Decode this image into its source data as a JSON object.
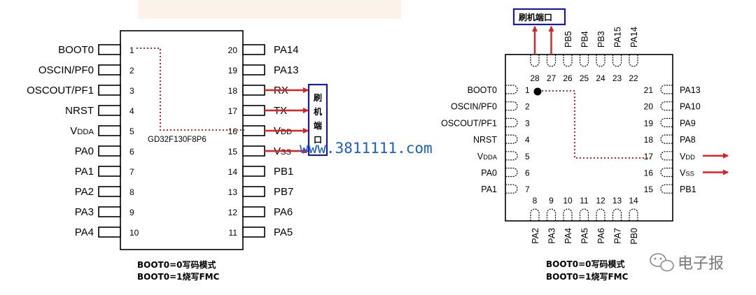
{
  "colors": {
    "accent_red": "#e02020",
    "port_box_blue": "#1a1aa8",
    "watermark_blue": "#1560d8",
    "top_strip": "#fbf3ea"
  },
  "left_chip": {
    "part_number": "GD32F130F8P6",
    "left_pins": [
      {
        "num": "1",
        "label": "BOOT0"
      },
      {
        "num": "2",
        "label": "OSCIN/PF0"
      },
      {
        "num": "3",
        "label": "OSCOUT/PF1"
      },
      {
        "num": "4",
        "label": "NRST"
      },
      {
        "num": "5",
        "label": "VDDA"
      },
      {
        "num": "6",
        "label": "PA0"
      },
      {
        "num": "7",
        "label": "PA1"
      },
      {
        "num": "8",
        "label": "PA2"
      },
      {
        "num": "9",
        "label": "PA3"
      },
      {
        "num": "10",
        "label": "PA4"
      }
    ],
    "right_pins": [
      {
        "num": "20",
        "label": "PA14"
      },
      {
        "num": "19",
        "label": "PA13"
      },
      {
        "num": "18",
        "label": "RX"
      },
      {
        "num": "17",
        "label": "TX"
      },
      {
        "num": "16",
        "label": "VDD"
      },
      {
        "num": "15",
        "label": "VSS"
      },
      {
        "num": "14",
        "label": "PB1"
      },
      {
        "num": "13",
        "label": "PB7"
      },
      {
        "num": "12",
        "label": "PA6"
      },
      {
        "num": "11",
        "label": "PA5"
      }
    ],
    "port_label": "刷机端口",
    "notes": [
      "BOOT0=0写码模式",
      "BOOT0=1烧写FMC"
    ]
  },
  "right_chip": {
    "port_label": "刷机端口",
    "top_pins": [
      {
        "num": "28",
        "label": ""
      },
      {
        "num": "27",
        "label": ""
      },
      {
        "num": "26",
        "label": "PB5"
      },
      {
        "num": "25",
        "label": "PB4"
      },
      {
        "num": "24",
        "label": "PB3"
      },
      {
        "num": "23",
        "label": "PA15"
      },
      {
        "num": "22",
        "label": "PA14"
      }
    ],
    "left_pins": [
      {
        "num": "1",
        "label": "BOOT0"
      },
      {
        "num": "2",
        "label": "OSCIN/PF0"
      },
      {
        "num": "3",
        "label": "OSCOUT/PF1"
      },
      {
        "num": "4",
        "label": "NRST"
      },
      {
        "num": "5",
        "label": "VDDA"
      },
      {
        "num": "6",
        "label": "PA0"
      },
      {
        "num": "7",
        "label": "PA1"
      }
    ],
    "right_pins": [
      {
        "num": "21",
        "label": "PA13"
      },
      {
        "num": "20",
        "label": "PA10"
      },
      {
        "num": "19",
        "label": "PA9"
      },
      {
        "num": "18",
        "label": "PA8"
      },
      {
        "num": "17",
        "label": "VDD"
      },
      {
        "num": "16",
        "label": "VSS"
      },
      {
        "num": "15",
        "label": "PB1"
      }
    ],
    "bottom_pins": [
      {
        "num": "8",
        "label": "PA2"
      },
      {
        "num": "9",
        "label": "PA3"
      },
      {
        "num": "10",
        "label": "PA4"
      },
      {
        "num": "11",
        "label": "PA5"
      },
      {
        "num": "12",
        "label": "PA6"
      },
      {
        "num": "13",
        "label": "PA7"
      },
      {
        "num": "14",
        "label": "PB0"
      }
    ],
    "notes": [
      "BOOT0=0写码模式",
      "BOOT0=1烧写FMC"
    ]
  },
  "watermark": "www.3811111.com",
  "brand": "电子报"
}
